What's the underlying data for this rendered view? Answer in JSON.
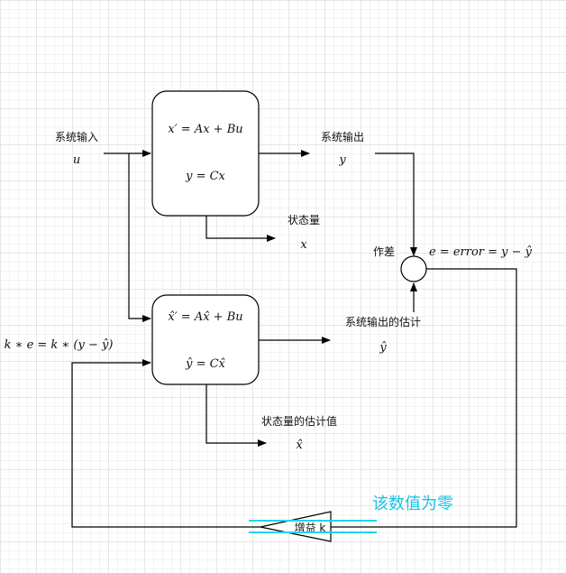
{
  "labels": {
    "system_input": "系统输入",
    "system_input_var": "u",
    "system_output": "系统输出",
    "system_output_var": "y",
    "state": "状态量",
    "state_var": "x",
    "difference": "作差",
    "error_eq": "e = error = y − ŷ",
    "estimated_output": "系统输出的估计",
    "estimated_output_var": "ŷ",
    "estimated_state": "状态量的估计值",
    "estimated_state_var": "x̂",
    "feedback_eq": "k ∗ e = k ∗ (y − ŷ)",
    "gain": "增益 k",
    "annotation": "该数值为零"
  },
  "system_block": {
    "eq1": "x′ = Ax + Bu",
    "eq2": "y = Cx"
  },
  "observer_block": {
    "eq1": "x̂′ = Ax̂ + Bu",
    "eq2": "ŷ = Cx̂"
  },
  "colors": {
    "line": "#000000",
    "annotation": "#17c4e6",
    "highlight": "#22d3ee"
  }
}
